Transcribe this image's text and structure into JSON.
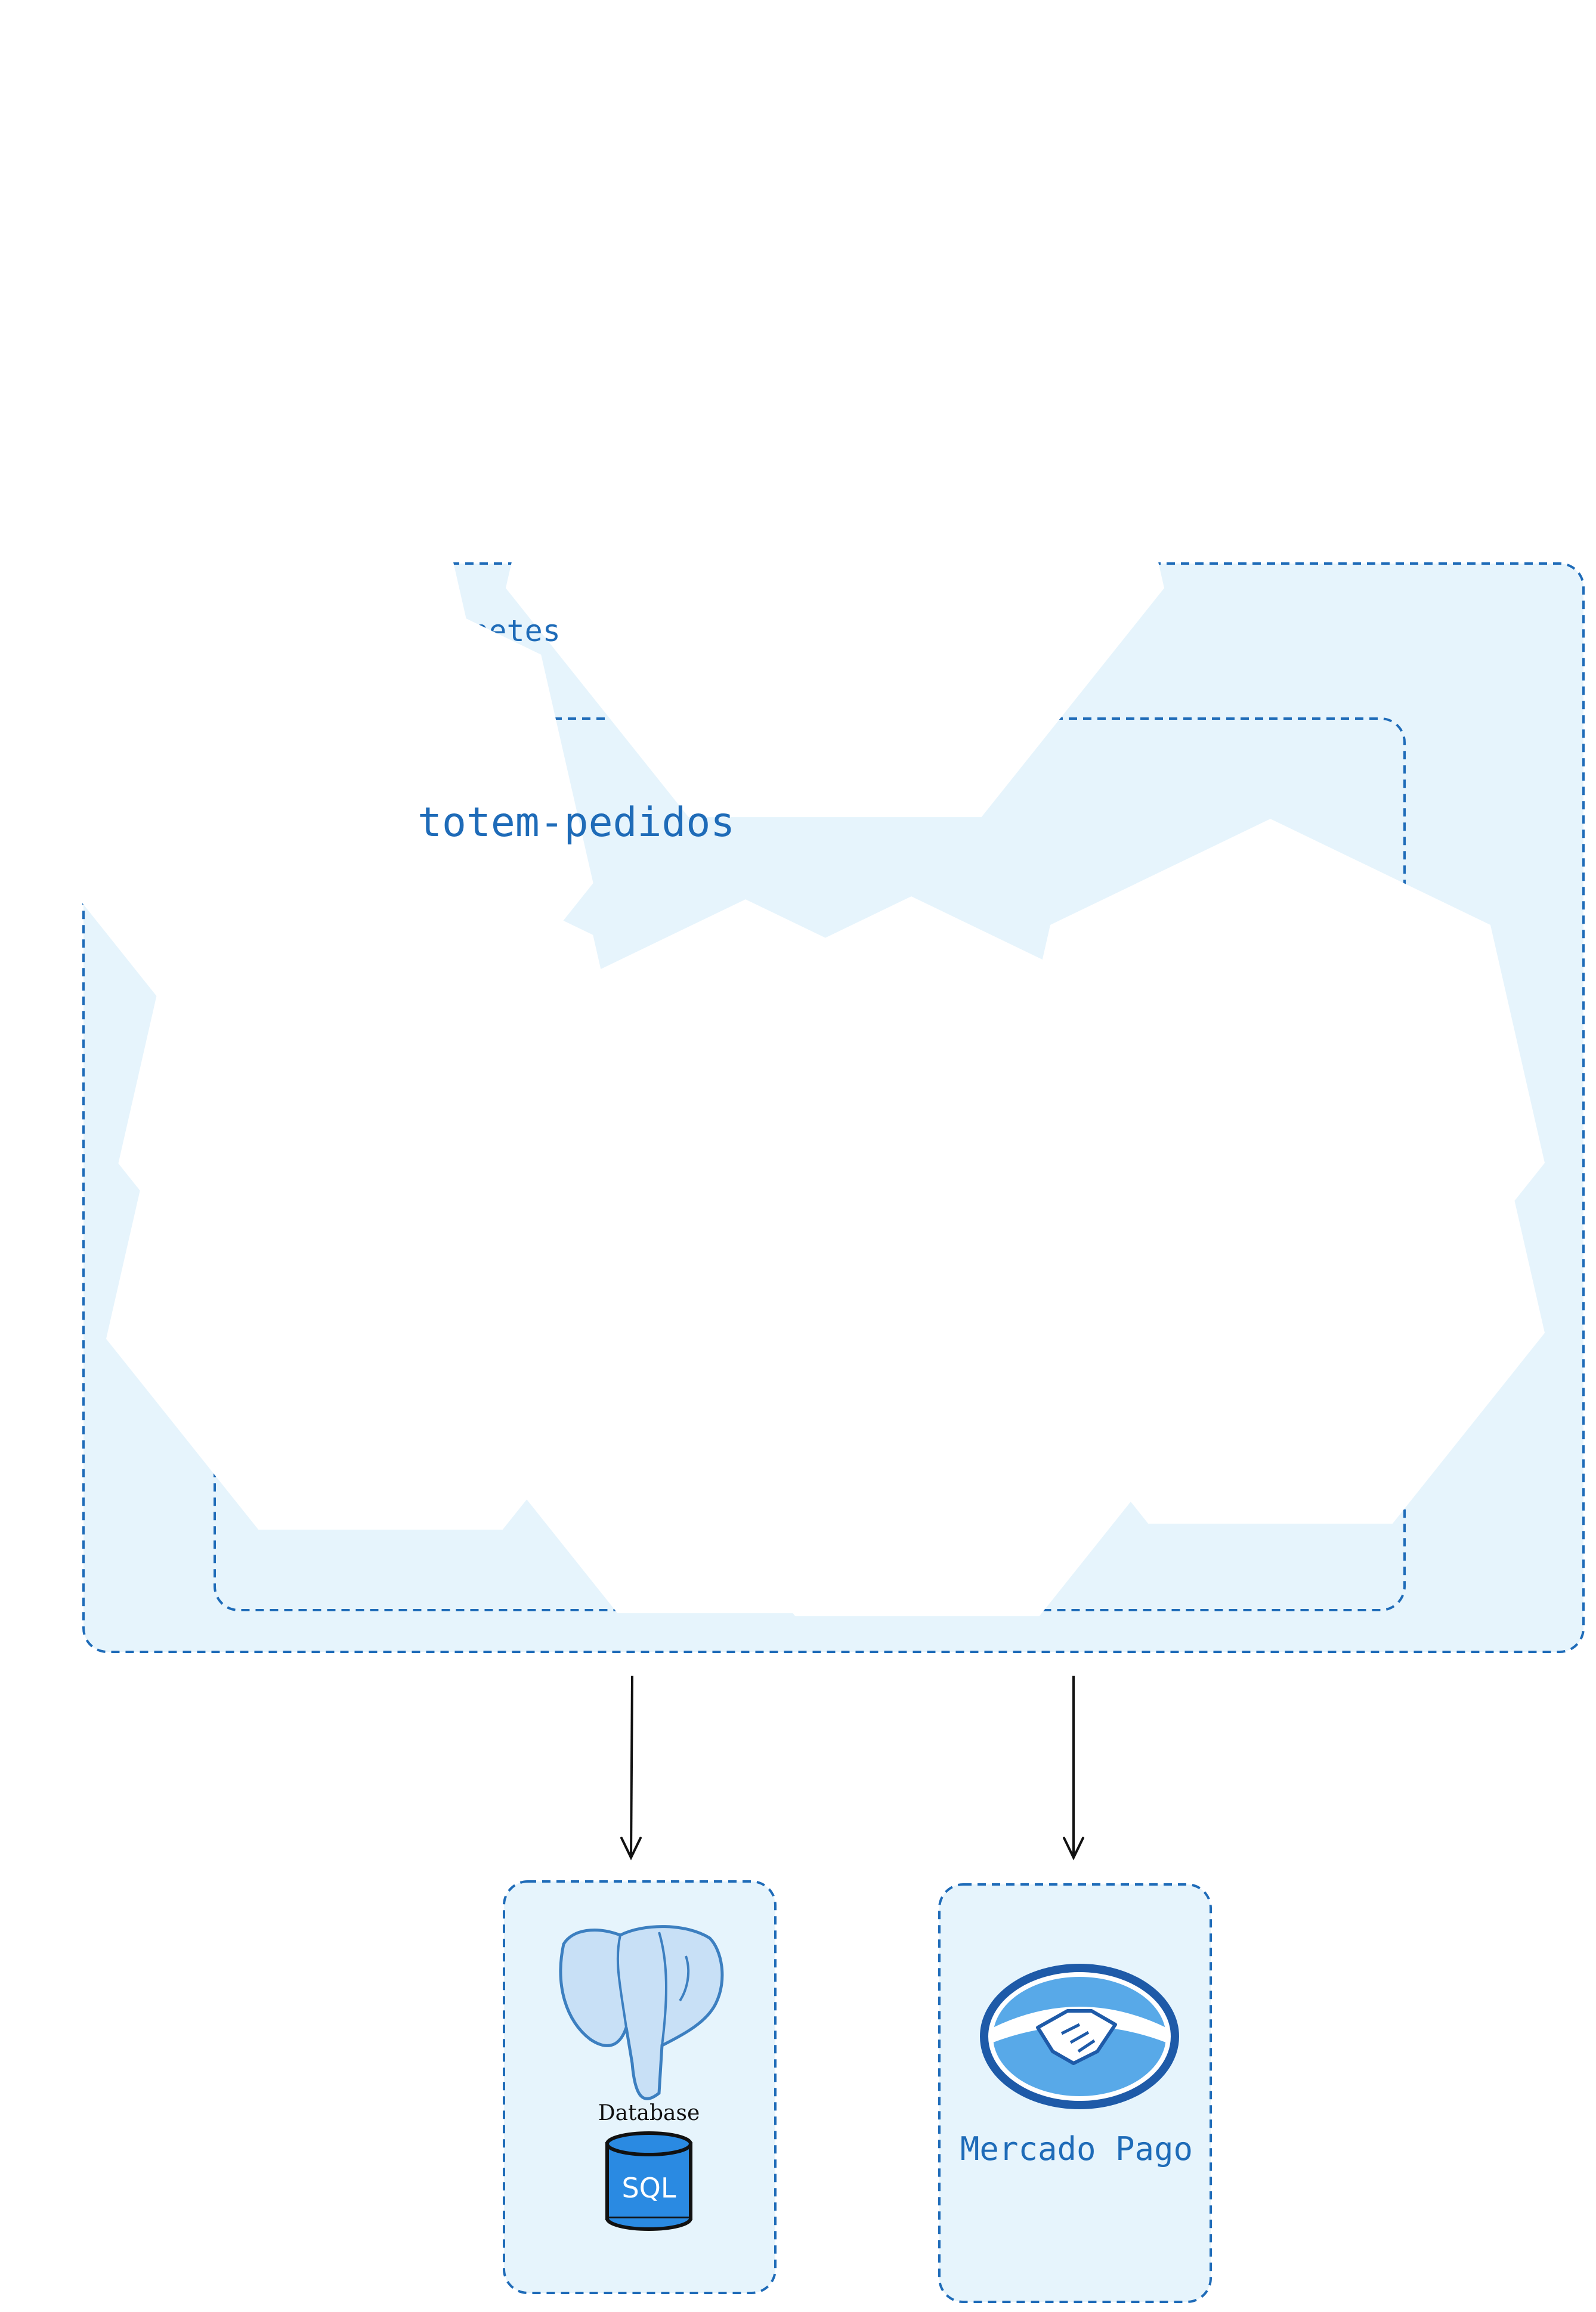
{
  "labels": {
    "cluster": "Cluster Kubernetes",
    "namespace": "totem-pedidos",
    "database": "Database",
    "sql": "SQL",
    "payment": "Mercado Pago"
  },
  "icons": {
    "user1": "user",
    "user2": "user",
    "ingress": "ing",
    "ns": "ns",
    "hpa": "hpa",
    "quota": "quota",
    "svc": "svc",
    "deploy": "deploy",
    "pod1": "pod",
    "pod2": "pod",
    "cm": "cm",
    "secret": "secret"
  },
  "colors": {
    "accent": "#2a8ae2",
    "border": "#1e6bb8",
    "box_fill": "#e6f4fc"
  }
}
